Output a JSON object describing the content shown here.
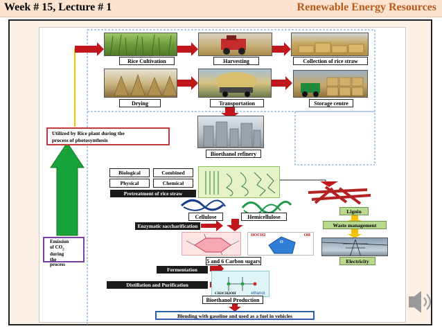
{
  "header": {
    "left_title": "Week # 15, Lecture # 1",
    "right_title": "Renewable Energy Resources"
  },
  "steps": {
    "rice_cultivation": "Rice Cultivation",
    "harvesting": "Harvesting",
    "collection": "Collection of rice straw",
    "drying": "Drying",
    "transportation": "Transportation",
    "storage": "Storage centre",
    "refinery": "Bioethanol refinery"
  },
  "photosynthesis": {
    "line1": "Utilized   by Rice plant during the",
    "line2": "process of photosynthesis"
  },
  "emission": {
    "line1": "Emission",
    "line2": "of CO",
    "sub": "2",
    "line3": "during",
    "line4": "the",
    "line5": "process"
  },
  "pretreatment": {
    "biological": "Biological",
    "combined": "Combined",
    "physical": "Physical",
    "chemical": "Chemical",
    "label": "Pretreatment of rice straw"
  },
  "components": {
    "cellulose": "Cellulose",
    "hemicellulose": "Hemicellulose",
    "lignin": "Lignin",
    "waste": "Waste management",
    "electricity": "Electricity"
  },
  "process": {
    "saccharification": "Enzymatic saccharification",
    "sugars": "5 and 6 Carbon sugars",
    "fermentation": "Fermentation",
    "distillation": "Distillation and Purification",
    "production": "Bioethanol Production",
    "blending": "Blending with gasoline and used as a fuel in vehicles"
  },
  "chem": {
    "hoch2": "HOCH2",
    "oh": "OH",
    "o": "O",
    "ethanol": "ethanol",
    "formula": "CH3CH2OH"
  },
  "colors": {
    "header_bg": "#fbe3cf",
    "header_right": "#b85a1b",
    "arrow_red": "#c0161c",
    "arrow_green": "#18a33a",
    "yellow_line": "#f2c200",
    "dashed_blue": "#6a98c8",
    "green_box": "#b9d98e"
  }
}
